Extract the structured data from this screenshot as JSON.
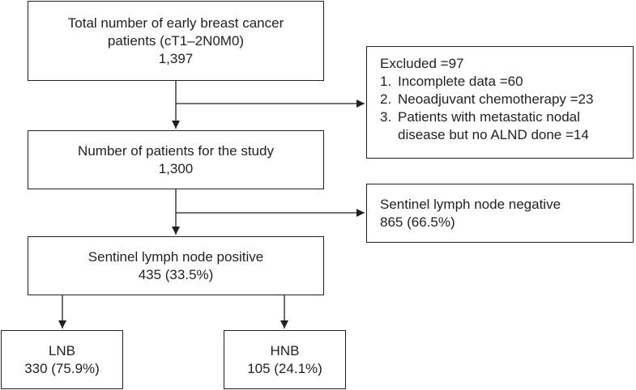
{
  "boxes": {
    "total": {
      "line1": "Total number of early breast cancer",
      "line2": "patients (cT1–2N0M0)",
      "value": "1,397"
    },
    "excluded": {
      "title": "Excluded =97",
      "items": [
        {
          "num": "1.",
          "lines": [
            "Incomplete data =60"
          ]
        },
        {
          "num": "2.",
          "lines": [
            "Neoadjuvant chemotherapy =23"
          ]
        },
        {
          "num": "3.",
          "lines": [
            "Patients with metastatic nodal",
            "disease but no ALND done =14"
          ]
        }
      ]
    },
    "study": {
      "line1": "Number of patients for the study",
      "value": "1,300"
    },
    "sln_negative": {
      "line1": "Sentinel lymph node negative",
      "value": "865 (66.5%)"
    },
    "sln_positive": {
      "line1": "Sentinel lymph node positive",
      "value": "435 (33.5%)"
    },
    "lnb": {
      "line1": "LNB",
      "value": "330 (75.9%)"
    },
    "hnb": {
      "line1": "HNB",
      "value": "105 (24.1%)"
    }
  }
}
